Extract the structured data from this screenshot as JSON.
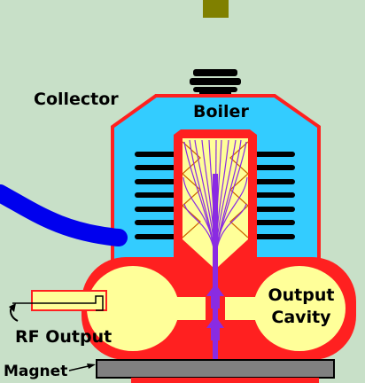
{
  "labels": {
    "collector": "Collector",
    "boiler": "Boiler",
    "output_cavity_line1": "Output",
    "output_cavity_line2": "Cavity",
    "rf_output": "RF Output",
    "magnet": "Magnet"
  },
  "colors": {
    "background": "#c8e0c8",
    "collector_body": "#33ccff",
    "outline": "#ff2020",
    "fins": "#000000",
    "cavity": "#ffff99",
    "electron_beam": "#8a2be2",
    "waveguide": "#0000ff",
    "magnet": "#808080",
    "feed": "#808000"
  }
}
